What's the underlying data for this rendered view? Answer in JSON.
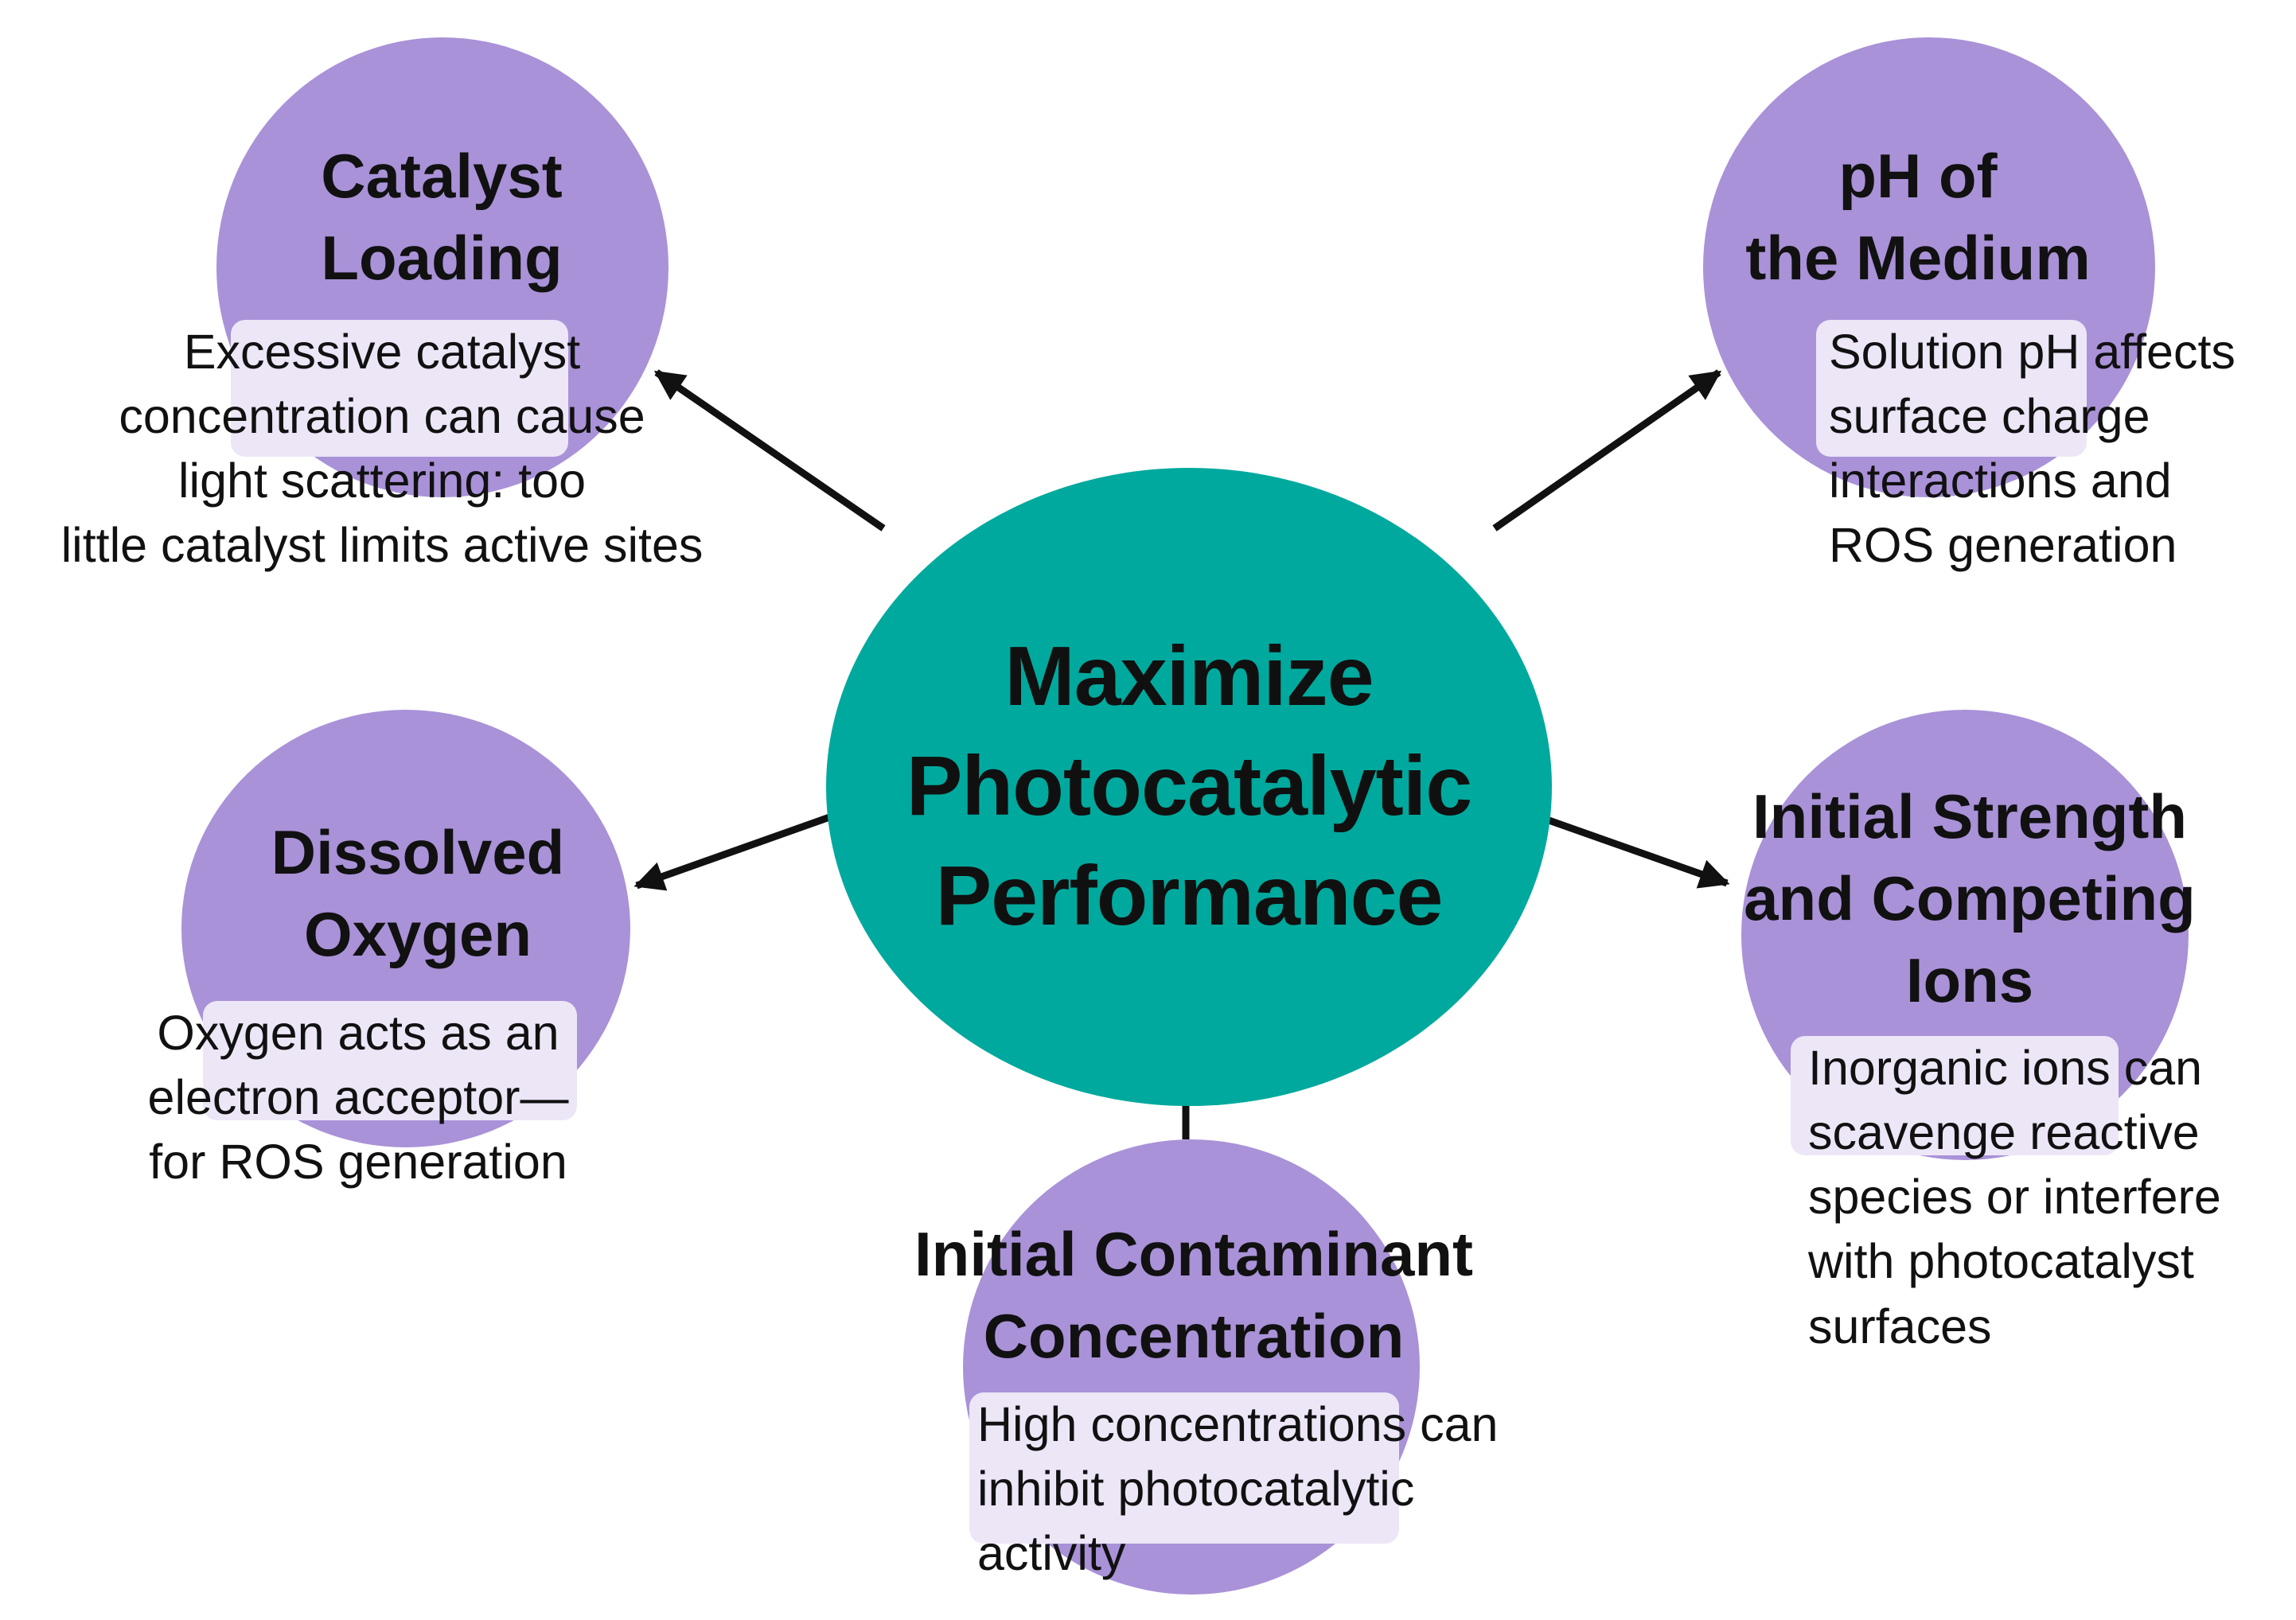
{
  "center": {
    "title": "Maximize\nPhotocatalytic\nPerformance",
    "color": "#00a99d"
  },
  "factor_color": "#a992d8",
  "label_bg": "#ece6f7",
  "factors": [
    {
      "id": "catalyst-loading",
      "title": "Catalyst\nLoading",
      "description": "Excessive catalyst\nconcentration can cause\nlight scattering: too\nlittle catalyst limits active sites"
    },
    {
      "id": "ph-medium",
      "title": "pH of\nthe Medium",
      "description": "Solution pH affects\nsurface charge\ninteractions and\nROS generation"
    },
    {
      "id": "dissolved-oxygen",
      "title": "Dissolved\nOxygen",
      "description": "Oxygen acts as an\nelectron acceptor—\nfor ROS generation"
    },
    {
      "id": "ionic-strength",
      "title": "Initial Strength\nand Competing\nIons",
      "description": "Inorganic ions can\nscavenge reactive\nspecies or interfere\nwith photocatalyst\nsurfaces"
    },
    {
      "id": "contaminant-concentration",
      "title": "Initial Contaminant\nConcentration",
      "description": "High concentrations can\ninhibit photocatalytic\nactivity"
    }
  ]
}
